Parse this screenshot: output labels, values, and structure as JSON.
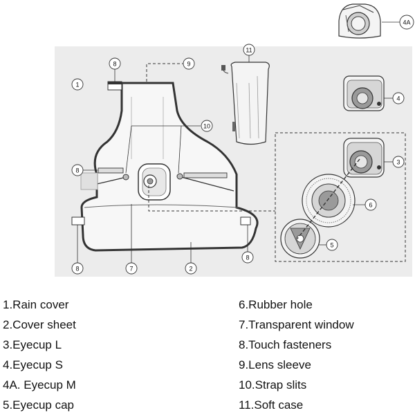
{
  "callouts": {
    "c1": "1",
    "c2": "2",
    "c3": "3",
    "c4": "4",
    "c4a": "4A",
    "c5": "5",
    "c6": "6",
    "c7": "7",
    "c8a": "8",
    "c8b": "8",
    "c8c": "8",
    "c8d": "8",
    "c9": "9",
    "c10": "10",
    "c11": "11"
  },
  "legend": {
    "left": [
      "1.Rain cover",
      "2.Cover sheet",
      "3.Eyecup L",
      "4.Eyecup S",
      "4A. Eyecup M",
      "5.Eyecup cap"
    ],
    "right": [
      "6.Rubber hole",
      "7.Transparent window",
      "8.Touch fasteners",
      "9.Lens sleeve",
      "10.Strap slits",
      "11.Soft case"
    ]
  },
  "colors": {
    "panel": "#ececec",
    "line": "#333333",
    "fill_light": "#f7f7f7",
    "fill_mid": "#d6d6d6",
    "fill_dark": "#9a9a9a"
  }
}
